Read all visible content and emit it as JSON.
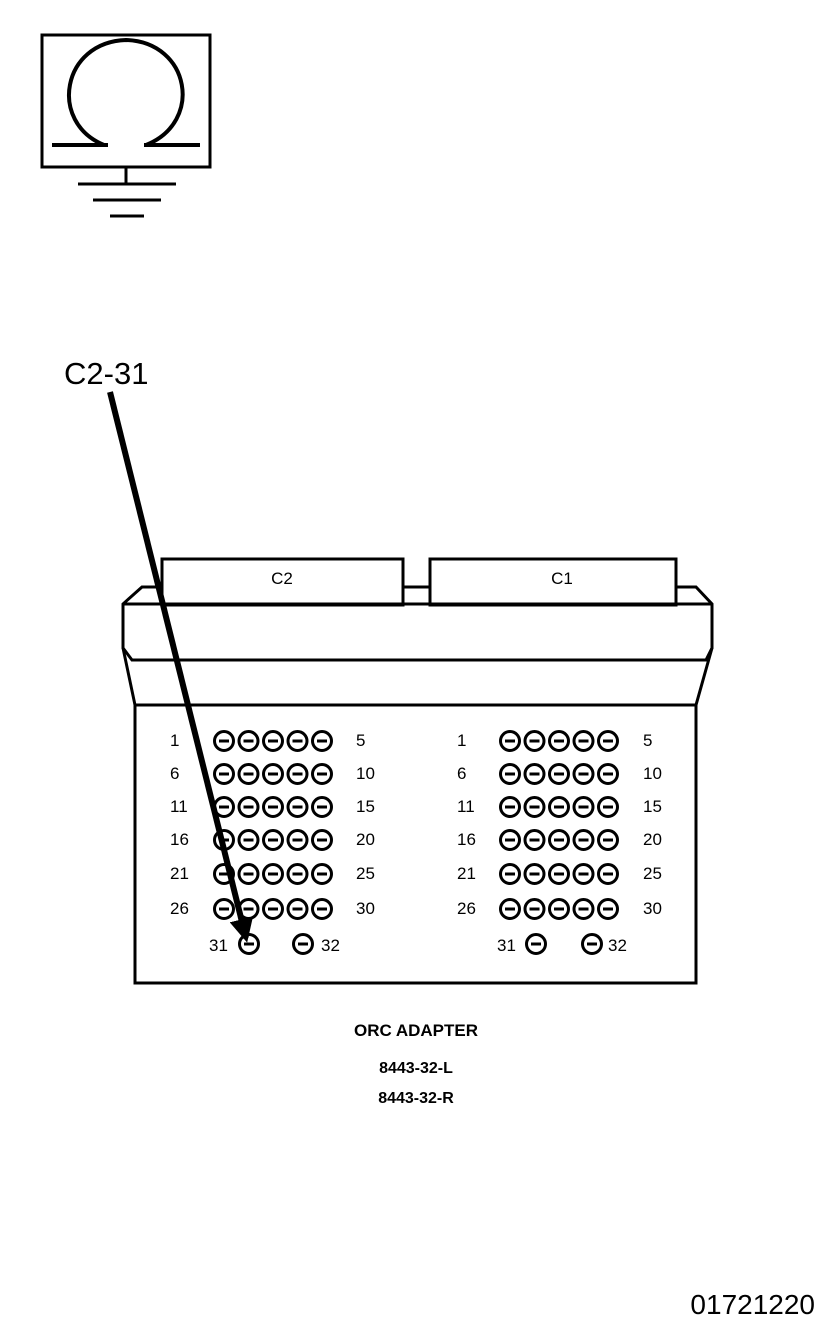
{
  "callout": {
    "label": "C2-31"
  },
  "connectors": [
    {
      "id": "C2",
      "label": "C2"
    },
    {
      "id": "C1",
      "label": "C1"
    }
  ],
  "pin_rows": [
    {
      "left": "1",
      "right": "5"
    },
    {
      "left": "6",
      "right": "10"
    },
    {
      "left": "11",
      "right": "15"
    },
    {
      "left": "16",
      "right": "20"
    },
    {
      "left": "21",
      "right": "25"
    },
    {
      "left": "26",
      "right": "30"
    }
  ],
  "extra_pins": {
    "left": "31",
    "right": "32"
  },
  "caption": {
    "title": "ORC ADAPTER",
    "part_left": "8443-32-L",
    "part_right": "8443-32-R"
  },
  "figure_id": "01721220",
  "icons": {
    "meter": "ohmmeter-ground-icon"
  },
  "colors": {
    "ink": "#000000",
    "paper": "#ffffff"
  }
}
